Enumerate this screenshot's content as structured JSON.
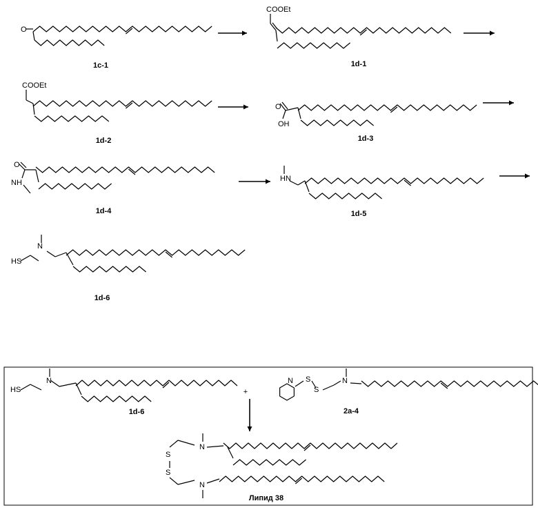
{
  "compounds": {
    "c1": {
      "id": "1c-1",
      "atom": "O"
    },
    "c2": {
      "id": "1d-1",
      "group": "COOEt"
    },
    "c3": {
      "id": "1d-2",
      "group": "COOEt"
    },
    "c4": {
      "id": "1d-3",
      "atom_o": "O",
      "atom_oh": "OH"
    },
    "c5": {
      "id": "1d-4",
      "atom_o": "O",
      "atom_nh": "NH"
    },
    "c6": {
      "id": "1d-5",
      "atom_nh": "HN"
    },
    "c7": {
      "id": "1d-6",
      "atom_sh": "HS",
      "atom_n": "N"
    }
  },
  "box": {
    "reactant_a": {
      "id": "1d-6",
      "atom_sh": "HS",
      "atom_n": "N"
    },
    "plus": "+",
    "reactant_b": {
      "id": "2a-4",
      "atom_n_py": "N",
      "atom_s1": "S",
      "atom_s2": "S",
      "atom_n": "N"
    },
    "product": {
      "name": "Липид 38",
      "atom_s1": "S",
      "atom_s2": "S",
      "atom_n1": "N",
      "atom_n2": "N"
    }
  }
}
